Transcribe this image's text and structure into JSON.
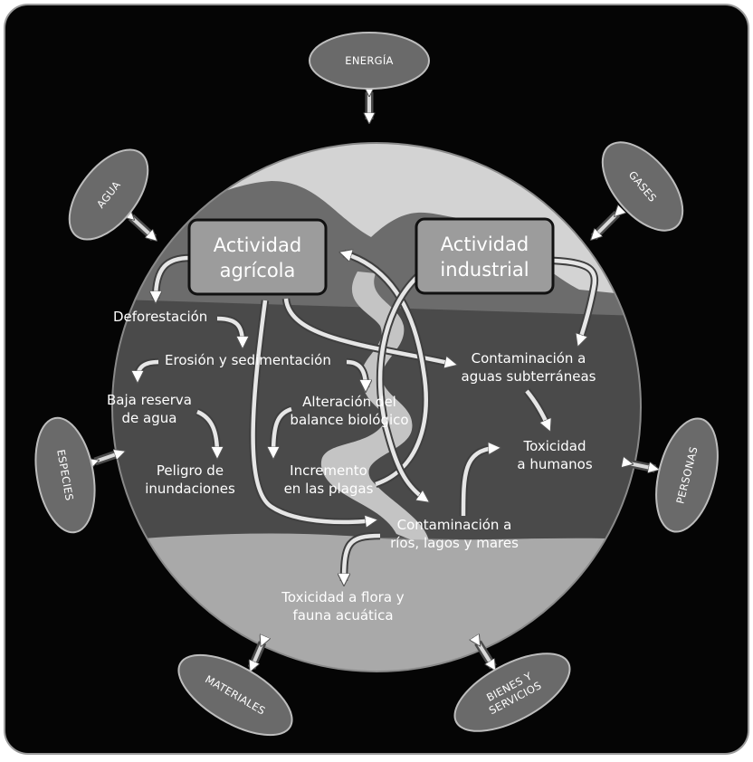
{
  "activities": {
    "agricultural": [
      "Actividad",
      "agrícola"
    ],
    "industrial": [
      "Actividad",
      "industrial"
    ]
  },
  "resources": {
    "energia": [
      "ENERGÍA"
    ],
    "agua": [
      "AGUA"
    ],
    "gases": [
      "GASES"
    ],
    "especies": [
      "ESPECIES"
    ],
    "personas": [
      "PERSONAS"
    ],
    "materiales": [
      "MATERIALES"
    ],
    "bienes": [
      "BIENES Y",
      "SERVICIOS"
    ]
  },
  "effects": {
    "deforestacion": [
      "Deforestación"
    ],
    "erosion": [
      "Erosión y sedimentación"
    ],
    "baja_reserva": [
      "Baja reserva",
      "de agua"
    ],
    "peligro": [
      "Peligro de",
      "inundaciones"
    ],
    "alteracion": [
      "Alteración del",
      "balance biológico"
    ],
    "incremento": [
      "Incremento",
      "en las plagas"
    ],
    "contaminacion_subterranea": [
      "Contaminación a",
      "aguas subterráneas"
    ],
    "toxicidad_humanos": [
      "Toxicidad",
      "a humanos"
    ],
    "contaminacion_rios": [
      "Contaminación a",
      "ríos, lagos y mares"
    ],
    "toxicidad_flora": [
      "Toxicidad a flora y",
      "fauna acuática"
    ]
  }
}
